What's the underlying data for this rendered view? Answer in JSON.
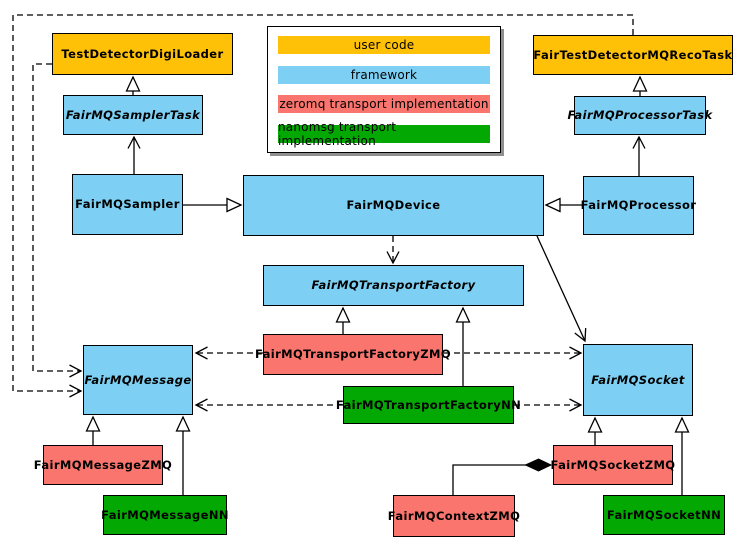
{
  "colors": {
    "user_code": "#FFC107",
    "framework": "#7DD0F3",
    "zeromq": "#FA756D",
    "nanomsg": "#03A803",
    "line": "#000000",
    "legend_shadow": "#8f8f8f"
  },
  "legend": {
    "items": [
      {
        "label": "user code",
        "color": "#FFC107"
      },
      {
        "label": "framework",
        "color": "#7DD0F3"
      },
      {
        "label": "zeromq transport implementation",
        "color": "#FA756D"
      },
      {
        "label": "nanomsg transport implementation",
        "color": "#03A803"
      }
    ]
  },
  "nodes": {
    "testDetectorDigiLoader": {
      "label": "TestDetectorDigiLoader",
      "category": "user code"
    },
    "fairTestDetectorMQRecoTask": {
      "label": "FairTestDetectorMQRecoTask",
      "category": "user code"
    },
    "fairMQSamplerTask": {
      "label": "FairMQSamplerTask",
      "category": "framework",
      "abstract": true
    },
    "fairMQProcessorTask": {
      "label": "FairMQProcessorTask",
      "category": "framework",
      "abstract": true
    },
    "fairMQSampler": {
      "label": "FairMQSampler",
      "category": "framework"
    },
    "fairMQDevice": {
      "label": "FairMQDevice",
      "category": "framework"
    },
    "fairMQProcessor": {
      "label": "FairMQProcessor",
      "category": "framework"
    },
    "fairMQTransportFactory": {
      "label": "FairMQTransportFactory",
      "category": "framework",
      "abstract": true
    },
    "fairMQTransportFactoryZMQ": {
      "label": "FairMQTransportFactoryZMQ",
      "category": "zeromq"
    },
    "fairMQTransportFactoryNN": {
      "label": "FairMQTransportFactoryNN",
      "category": "nanomsg"
    },
    "fairMQMessage": {
      "label": "FairMQMessage",
      "category": "framework",
      "abstract": true
    },
    "fairMQSocket": {
      "label": "FairMQSocket",
      "category": "framework",
      "abstract": true
    },
    "fairMQMessageZMQ": {
      "label": "FairMQMessageZMQ",
      "category": "zeromq"
    },
    "fairMQMessageNN": {
      "label": "FairMQMessageNN",
      "category": "nanomsg"
    },
    "fairMQSocketZMQ": {
      "label": "FairMQSocketZMQ",
      "category": "zeromq"
    },
    "fairMQSocketNN": {
      "label": "FairMQSocketNN",
      "category": "nanomsg"
    },
    "fairMQContextZMQ": {
      "label": "FairMQContextZMQ",
      "category": "zeromq"
    }
  }
}
